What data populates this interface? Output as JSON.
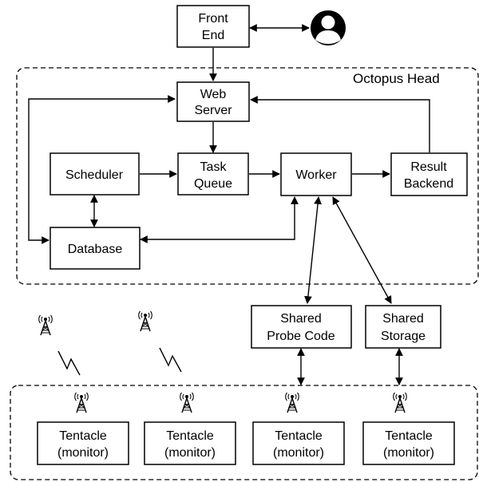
{
  "regions": {
    "head": "Octopus Head"
  },
  "nodes": {
    "front_end": [
      "Front",
      "End"
    ],
    "web_server": [
      "Web",
      "Server"
    ],
    "scheduler": [
      "Scheduler"
    ],
    "task_queue": [
      "Task",
      "Queue"
    ],
    "worker": [
      "Worker"
    ],
    "result_backend": [
      "Result",
      "Backend"
    ],
    "database": [
      "Database"
    ],
    "shared_probe_code": [
      "Shared",
      "Probe Code"
    ],
    "shared_storage": [
      "Shared",
      "Storage"
    ],
    "tentacle_1": [
      "Tentacle",
      "(monitor)"
    ],
    "tentacle_2": [
      "Tentacle",
      "(monitor)"
    ],
    "tentacle_3": [
      "Tentacle",
      "(monitor)"
    ],
    "tentacle_4": [
      "Tentacle",
      "(monitor)"
    ]
  },
  "icons": [
    "user-icon",
    "antenna-icon",
    "wireless-signal-icon"
  ],
  "colors": {
    "stroke": "#000000",
    "background": "#ffffff"
  }
}
